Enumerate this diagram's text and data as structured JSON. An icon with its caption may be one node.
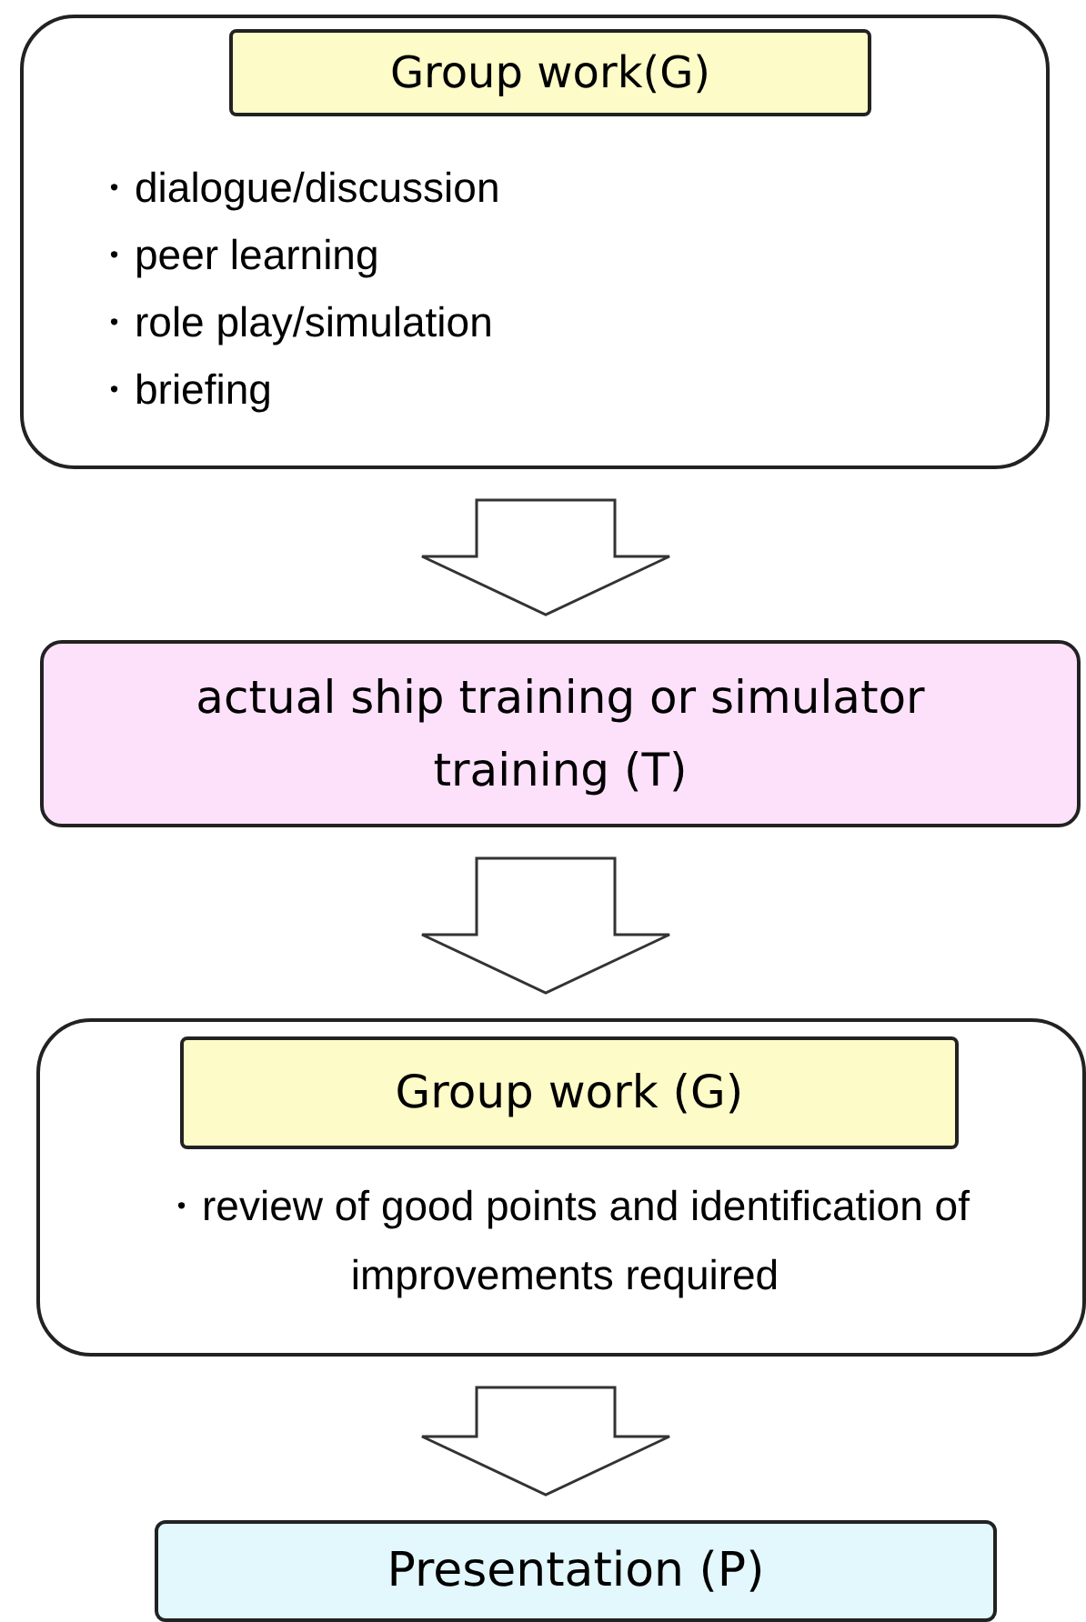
{
  "diagram": {
    "nodes": [
      {
        "text": [
          "・dialogue/discussion",
          "・peer learning",
          "・role play/simulation",
          "・briefing"
        ]
      },
      {
        "text": [
          "Group work(G)"
        ],
        "in": 0
      },
      {
        "text": [
          "actual ship training or simulator training (T)"
        ]
      },
      {
        "text": [
          "・review of good points and identification of improvements required"
        ]
      },
      {
        "text": [
          "Group work (G)"
        ],
        "in": 3
      },
      {
        "text": [
          "Presentation (P)"
        ]
      }
    ],
    "edges": [
      {
        "from": 0,
        "to": 2,
        "arrow": "to"
      },
      {
        "from": 2,
        "to": 3,
        "arrow": "to"
      },
      {
        "from": 3,
        "to": 5,
        "arrow": "to"
      }
    ]
  }
}
